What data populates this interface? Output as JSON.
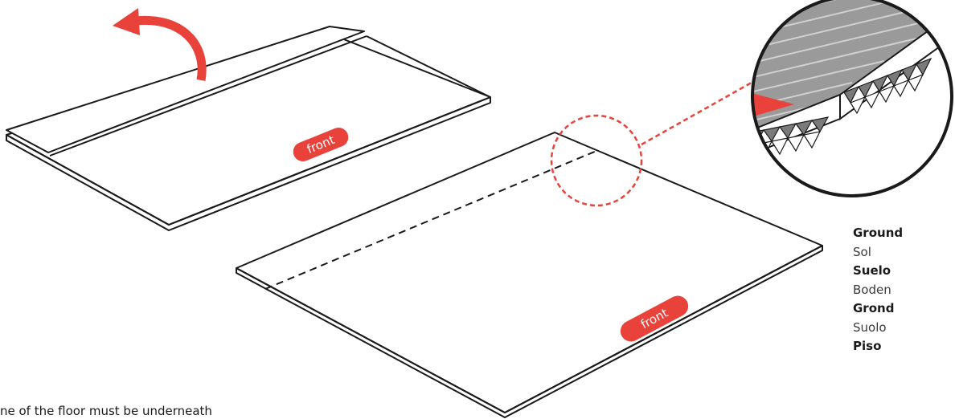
{
  "colors": {
    "accent": "#e8423a",
    "ink": "#1a1a1a",
    "board_gray": "#9a9a9a"
  },
  "badges": {
    "top_board": "front",
    "bottom_board": "front"
  },
  "languages": [
    {
      "label": "Ground",
      "weight": "bold"
    },
    {
      "label": "Sol",
      "weight": "light"
    },
    {
      "label": "Suelo",
      "weight": "bold"
    },
    {
      "label": "Boden",
      "weight": "light"
    },
    {
      "label": "Grond",
      "weight": "bold"
    },
    {
      "label": "Suolo",
      "weight": "light"
    },
    {
      "label": "Piso",
      "weight": "bold"
    }
  ],
  "caption": "ne of the floor must be underneath",
  "icons": {
    "fold_arrow": "curved-arrow-icon",
    "cut_marker": "triangle-arrow-icon"
  }
}
